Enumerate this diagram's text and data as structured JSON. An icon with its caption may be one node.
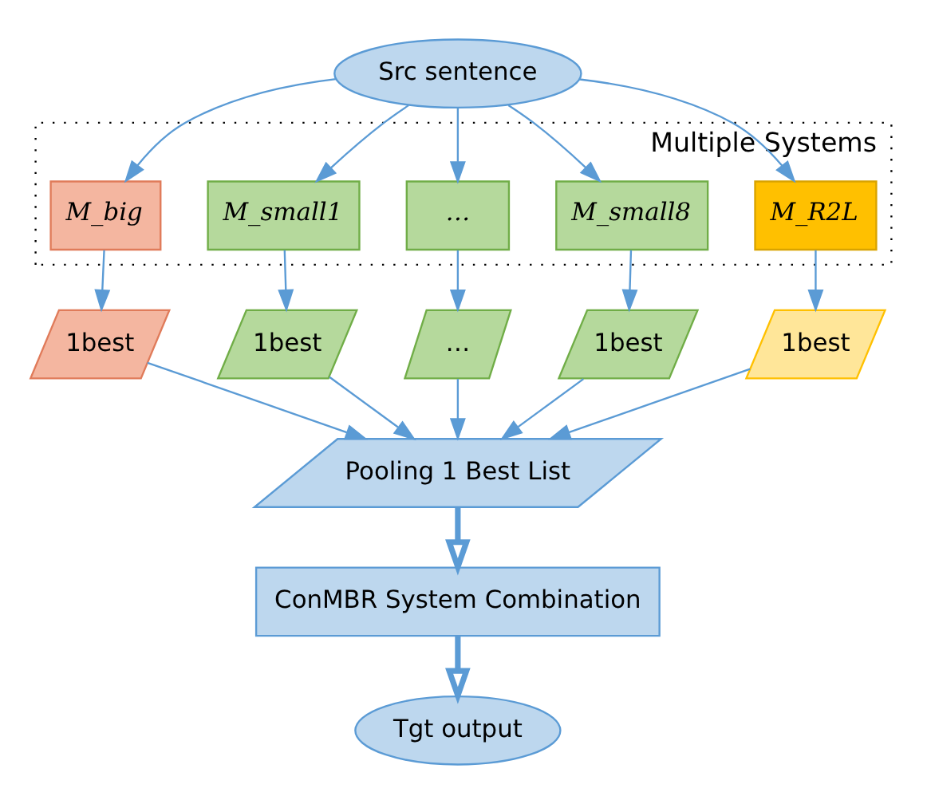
{
  "diagram": {
    "nodes": [
      {
        "text": [
          "Src sentence"
        ]
      },
      {
        "text": [
          "Multiple Systems"
        ]
      },
      {
        "text": [
          "M_big"
        ],
        "in": 1
      },
      {
        "text": [
          "M_small1"
        ],
        "in": 1
      },
      {
        "text": [
          "…"
        ],
        "in": 1
      },
      {
        "text": [
          "M_small8"
        ],
        "in": 1
      },
      {
        "text": [
          "M_R2L"
        ],
        "in": 1
      },
      {
        "text": [
          "1best"
        ]
      },
      {
        "text": [
          "1best"
        ]
      },
      {
        "text": [
          "…"
        ]
      },
      {
        "text": [
          "1best"
        ]
      },
      {
        "text": [
          "1best"
        ]
      },
      {
        "text": [
          "Pooling 1 Best List"
        ]
      },
      {
        "text": [
          "ConMBR System Combination"
        ]
      },
      {
        "text": [
          "Tgt output"
        ]
      }
    ],
    "edges": [
      {
        "from": 0,
        "to": 2,
        "arrow": "to"
      },
      {
        "from": 0,
        "to": 3,
        "arrow": "to"
      },
      {
        "from": 0,
        "to": 4,
        "arrow": "to"
      },
      {
        "from": 0,
        "to": 5,
        "arrow": "to"
      },
      {
        "from": 0,
        "to": 6,
        "arrow": "to"
      },
      {
        "from": 2,
        "to": 7,
        "arrow": "to"
      },
      {
        "from": 3,
        "to": 8,
        "arrow": "to"
      },
      {
        "from": 4,
        "to": 9,
        "arrow": "to"
      },
      {
        "from": 5,
        "to": 10,
        "arrow": "to"
      },
      {
        "from": 6,
        "to": 11,
        "arrow": "to"
      },
      {
        "from": 7,
        "to": 12,
        "arrow": "to"
      },
      {
        "from": 8,
        "to": 12,
        "arrow": "to"
      },
      {
        "from": 9,
        "to": 12,
        "arrow": "to"
      },
      {
        "from": 10,
        "to": 12,
        "arrow": "to"
      },
      {
        "from": 11,
        "to": 12,
        "arrow": "to"
      },
      {
        "from": 12,
        "to": 13,
        "arrow": "to",
        "style": "thick"
      },
      {
        "from": 13,
        "to": 14,
        "arrow": "to",
        "style": "thick"
      }
    ]
  }
}
